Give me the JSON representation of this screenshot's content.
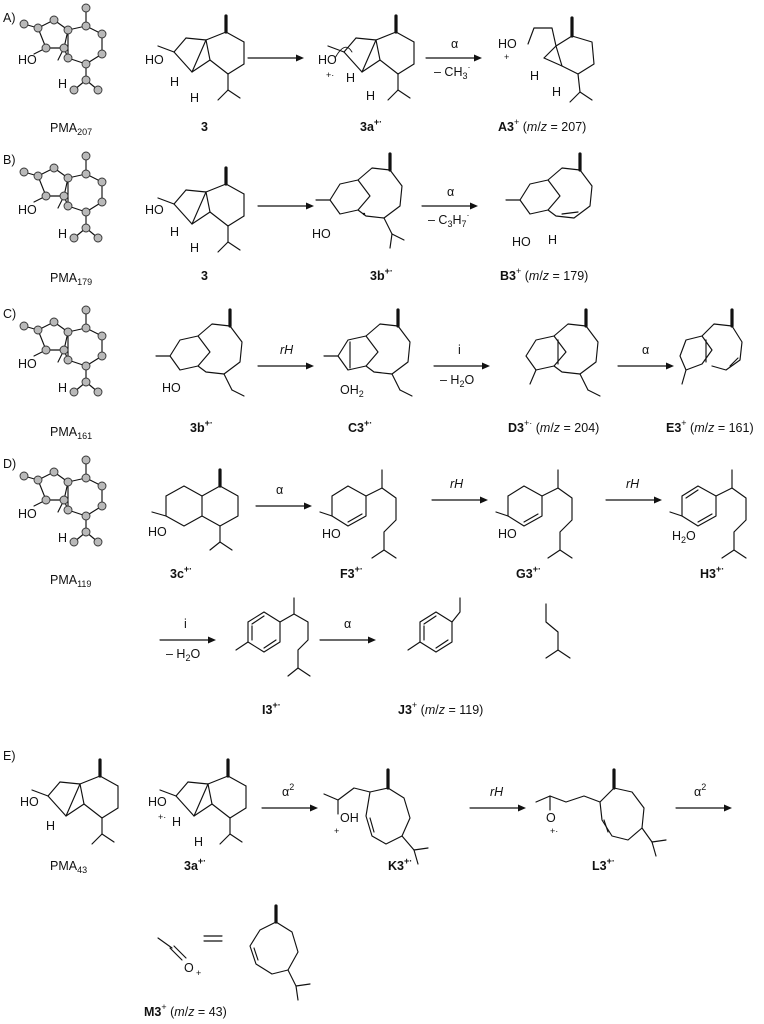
{
  "sections": [
    {
      "id": "A",
      "label": "A)",
      "pma": "PMA",
      "pma_sub": "207",
      "compounds": [
        "3",
        "3a",
        "A3"
      ],
      "charges": {
        "3a": "+·",
        "A3": "+"
      },
      "arrows": [
        {
          "top": "α",
          "bottom": "– CH",
          "bottom_sub": "3",
          "bottom_sup": "·"
        }
      ],
      "mz_prefix": "(m/z = ",
      "mz": "207"
    },
    {
      "id": "B",
      "label": "B)",
      "pma": "PMA",
      "pma_sub": "179",
      "compounds": [
        "3",
        "3b",
        "B3"
      ],
      "charges": {
        "3b": "+·",
        "B3": "+"
      },
      "arrows": [
        {
          "top": "α",
          "bottom": "– C",
          "bottom_sub": "3",
          "bottom_mid": "H",
          "bottom_sub2": "7",
          "bottom_sup": "·"
        }
      ],
      "mz": "179"
    },
    {
      "id": "C",
      "label": "C)",
      "pma": "PMA",
      "pma_sub": "161",
      "compounds": [
        "3b",
        "C3",
        "D3",
        "E3"
      ],
      "charges": {
        "3b": "+·",
        "C3": "+·",
        "D3": "+·",
        "E3": "+"
      },
      "arrows": [
        {
          "top": "rH"
        },
        {
          "top": "i",
          "bottom": "– H",
          "bottom_sub": "2",
          "bottom_end": "O"
        },
        {
          "top": "α"
        }
      ],
      "mz_D3": "204",
      "mz_E3": "161"
    },
    {
      "id": "D",
      "label": "D)",
      "pma": "PMA",
      "pma_sub": "119",
      "compounds": [
        "3c",
        "F3",
        "G3",
        "H3",
        "I3",
        "J3"
      ],
      "charges": {
        "3c": "+·",
        "F3": "+·",
        "G3": "+·",
        "H3": "+·",
        "I3": "+·",
        "J3": "+"
      },
      "arrows": [
        {
          "top": "α"
        },
        {
          "top": "rH"
        },
        {
          "top": "rH"
        },
        {
          "top": "i",
          "bottom": "– H",
          "bottom_sub": "2",
          "bottom_end": "O"
        },
        {
          "top": "α"
        }
      ],
      "mz_J3": "119"
    },
    {
      "id": "E",
      "label": "E)",
      "pma": "PMA",
      "pma_sub": "43",
      "compounds": [
        "3a",
        "K3",
        "L3",
        "M3"
      ],
      "charges": {
        "3a": "+·",
        "K3": "+·",
        "L3": "+·",
        "M3": "+"
      },
      "arrows": [
        {
          "top": "α",
          "top_sup": "2"
        },
        {
          "top": "rH"
        },
        {
          "top": "α",
          "top_sup": "2"
        }
      ],
      "mz_M3": "43"
    }
  ],
  "atoms": {
    "HO": "HO",
    "OH": "OH",
    "H": "H",
    "O": "O",
    "OH2_text": "OH",
    "H2O_text": "H",
    "two": "2"
  },
  "mz_label": {
    "open": "(",
    "m": "m",
    "slash": "/",
    "z": "z",
    "eq": " = ",
    "close": ")"
  }
}
